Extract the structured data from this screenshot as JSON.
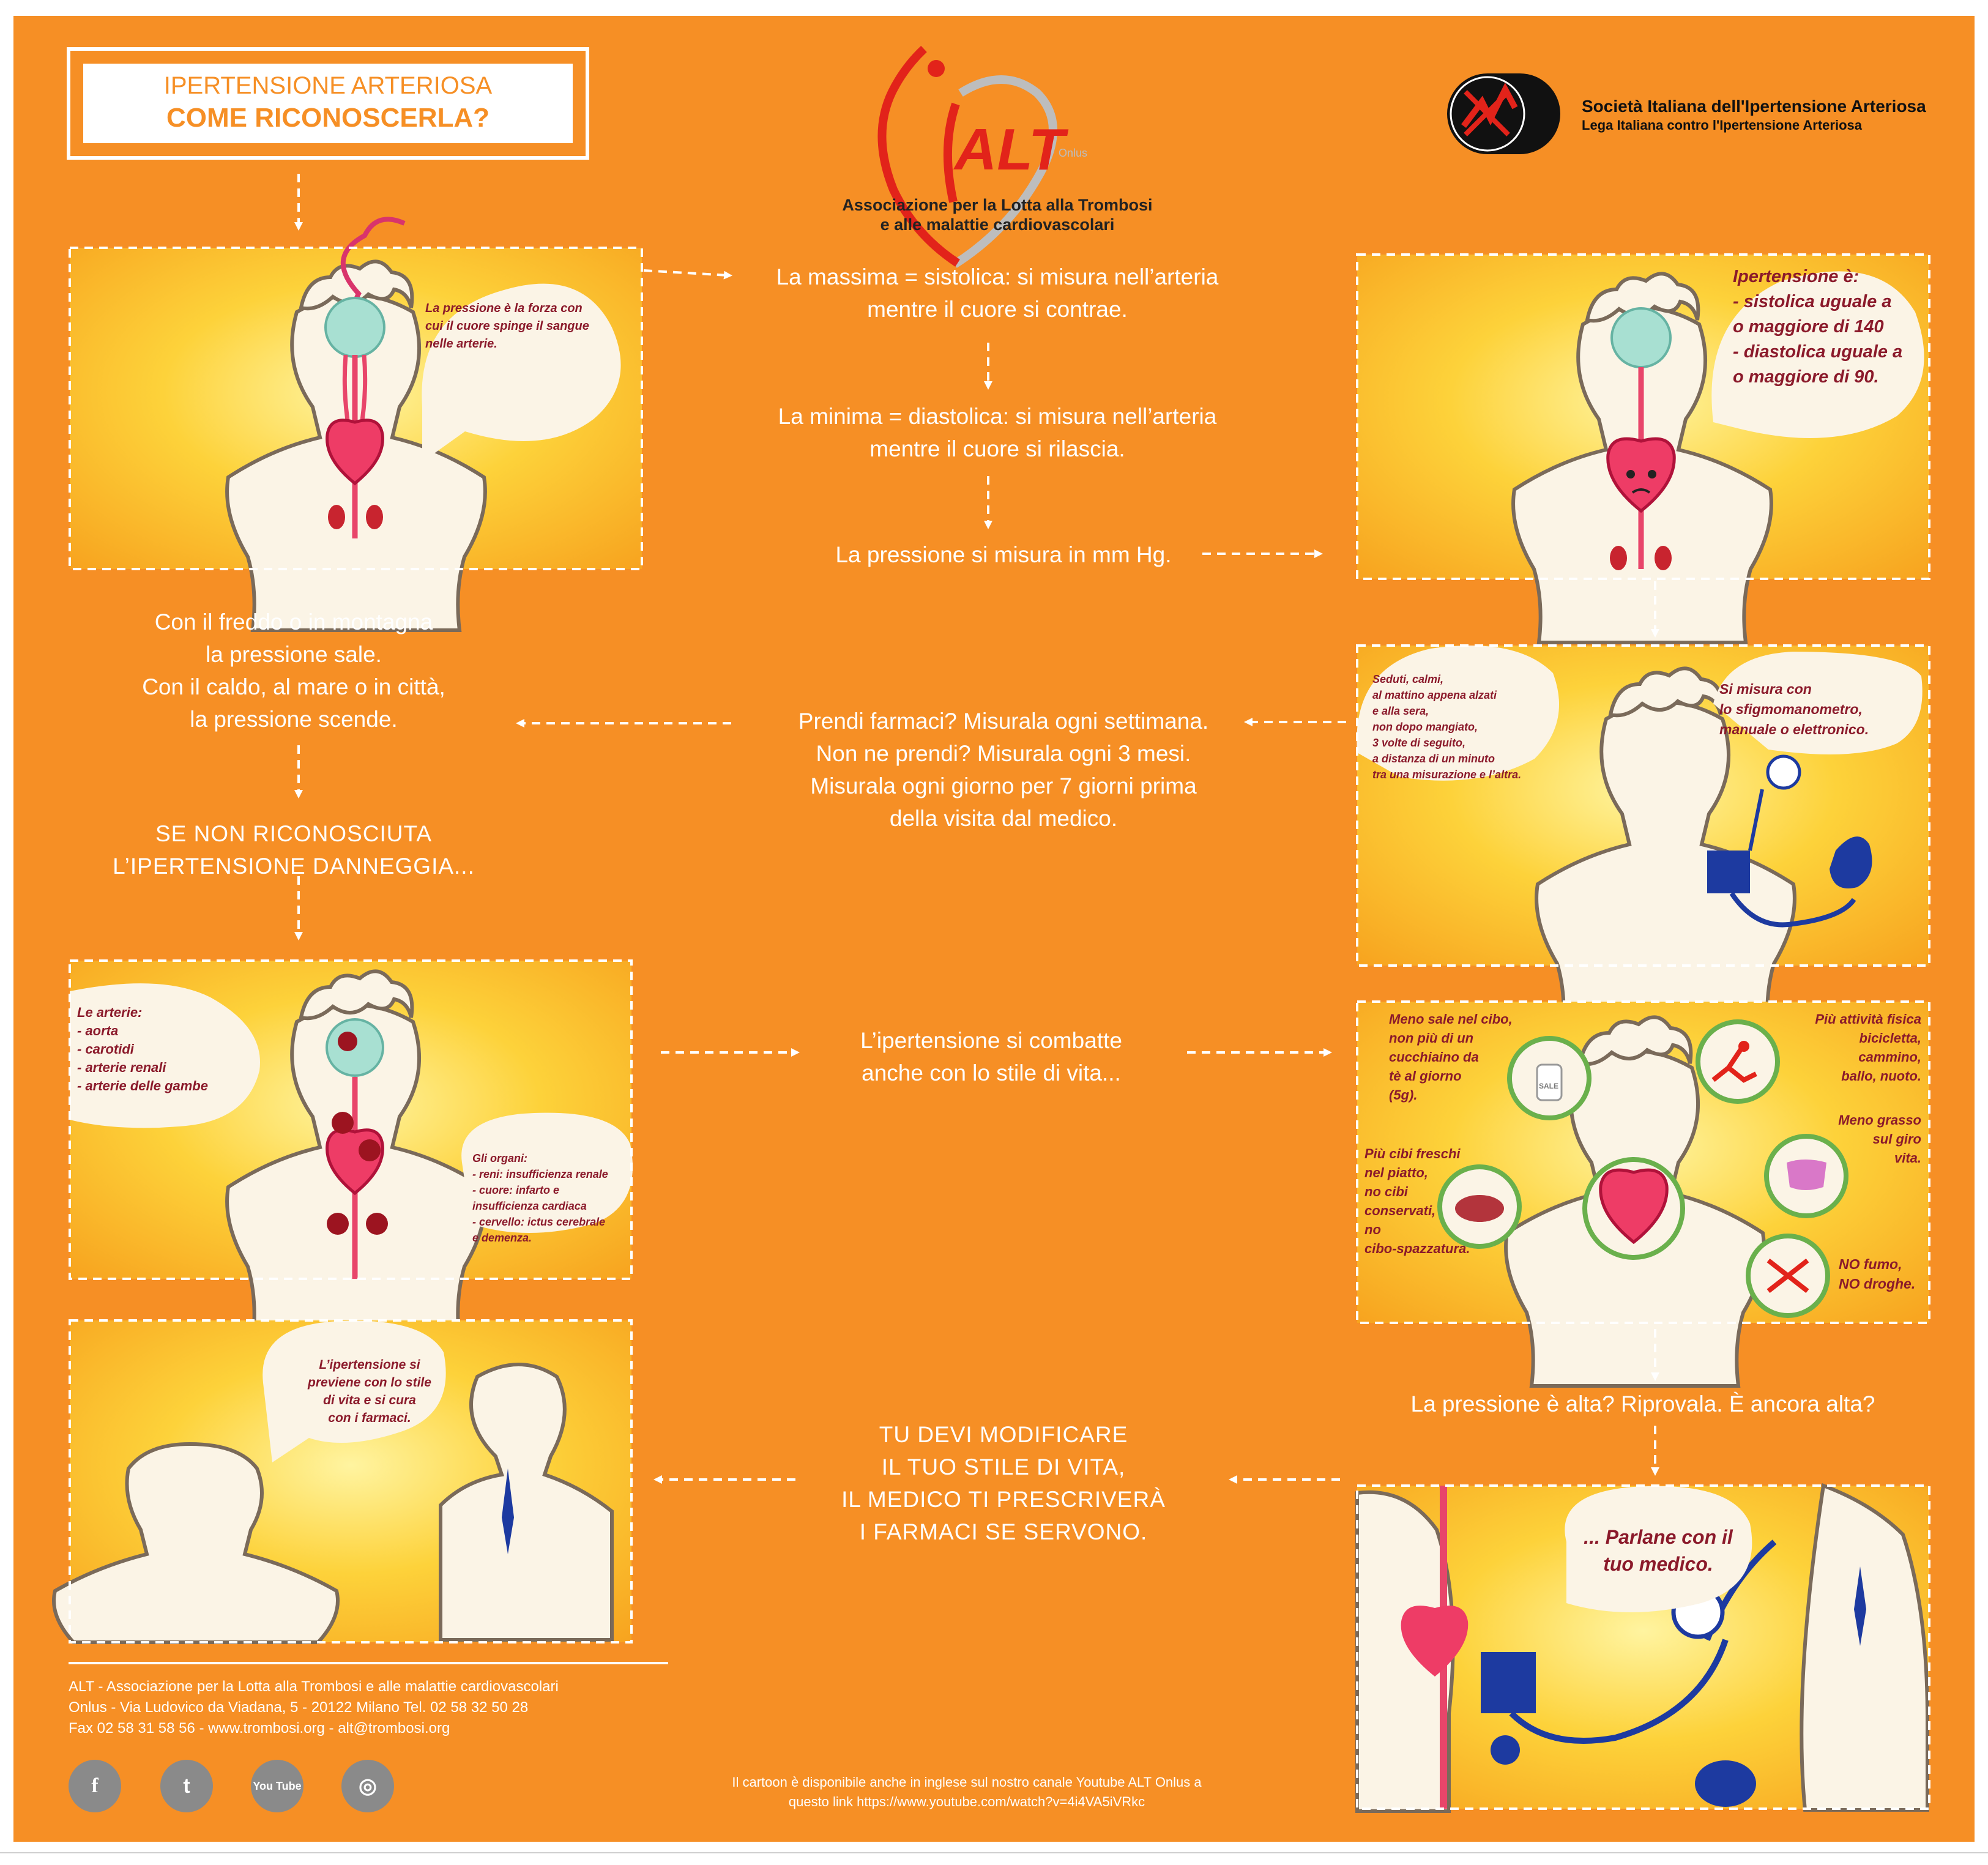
{
  "title": {
    "line1": "IPERTENSIONE ARTERIOSA",
    "line2": "COME RICONOSCERLA?"
  },
  "alt_logo": {
    "mark": "ALT",
    "suffix": "Onlus",
    "name_line1": "Associazione per la Lotta alla Trombosi",
    "name_line2": "e alle malattie cardiovascolari"
  },
  "siia_logo": {
    "line1": "Società Italiana dell'Ipertensione Arteriosa",
    "line2": "Lega Italiana contro l'Ipertensione Arteriosa"
  },
  "flow": {
    "sistolica": "La massima = sistolica: si misura nell’arteria\nmentre il cuore si contrae.",
    "diastolica": "La minima = diastolica: si misura nell’arteria\nmentre il cuore si rilascia.",
    "mmhg": "La pressione si misura in mm Hg.",
    "freddo": "Con il freddo o in montagna\nla pressione sale.\nCon il caldo, al mare o in città,\nla pressione scende.",
    "farmaci": "Prendi farmaci? Misurala ogni settimana.\nNon ne prendi? Misurala ogni 3 mesi.\nMisurala ogni giorno per 7 giorni prima\ndella visita dal medico.",
    "danneggia": "SE NON RICONOSCIUTA\nL’IPERTENSIONE DANNEGGIA...",
    "stile": "L’ipertensione si combatte\nanche con lo stile di vita...",
    "alta": "La pressione è alta? Riprovala. È ancora alta?",
    "modificare": "TU DEVI MODIFICARE\nIL TUO STILE DI VITA,\nIL MEDICO TI PRESCRIVERÀ\nI FARMACI SE SERVONO."
  },
  "bubbles": {
    "forza": "La pressione è la forza con\ncui il cuore spinge il sangue\nnelle arterie.",
    "ipertensione": "Ipertensione è:\n- sistolica uguale a\no maggiore di 140\n- diastolica uguale a\no maggiore di 90.",
    "seduti": "Seduti, calmi,\nal mattino appena alzati\ne alla sera,\nnon dopo mangiato,\n3 volte di seguito,\na distanza di un minuto\ntra una misurazione e l’altra.",
    "sfigmo": "Si misura con\nlo sfigmomanometro,\nmanuale o elettronico.",
    "arterie": "Le arterie:\n- aorta\n- carotidi\n- arterie renali\n- arterie delle gambe",
    "organi": "Gli organi:\n- reni: insufficienza renale\n- cuore: infarto e\n  insufficienza cardiaca\n- cervello: ictus cerebrale\n  e demenza.",
    "sale": "Meno sale nel cibo,\nnon più di un\ncucchiaino da\ntè al giorno\n(5g).",
    "attivita": "Più attività fisica\nbicicletta,\ncammino,\nballo, nuoto.",
    "grasso": "Meno grasso\nsul giro\nvita.",
    "freschi": "Più cibi freschi\nnel piatto,\nno cibi\nconservati,\nno\ncibo-spazzatura.",
    "fumo": "NO fumo,\nNO droghe.",
    "previene": "L’ipertensione si\npreviene con lo stile\ndi vita e si cura\ncon i farmaci.",
    "parlane": "... Parlane con il\ntuo medico.",
    "salt_label": "SALE"
  },
  "footer": {
    "line1": "ALT - Associazione per la Lotta alla Trombosi e alle malattie cardiovascolari",
    "line2": "Onlus - Via Ludovico da Viadana, 5 - 20122 Milano  Tel. 02 58 32 50 28",
    "line3": "Fax 02 58 31 58 56 - www.trombosi.org - alt@trombosi.org",
    "cartoon1": "Il cartoon è disponibile anche in inglese sul nostro canale Youtube ALT Onlus a",
    "cartoon2": "questo link https://www.youtube.com/watch?v=4i4VA5iVRkc"
  },
  "social": {
    "facebook": "f",
    "twitter": "t",
    "youtube": "You Tube",
    "instagram": "◎"
  }
}
